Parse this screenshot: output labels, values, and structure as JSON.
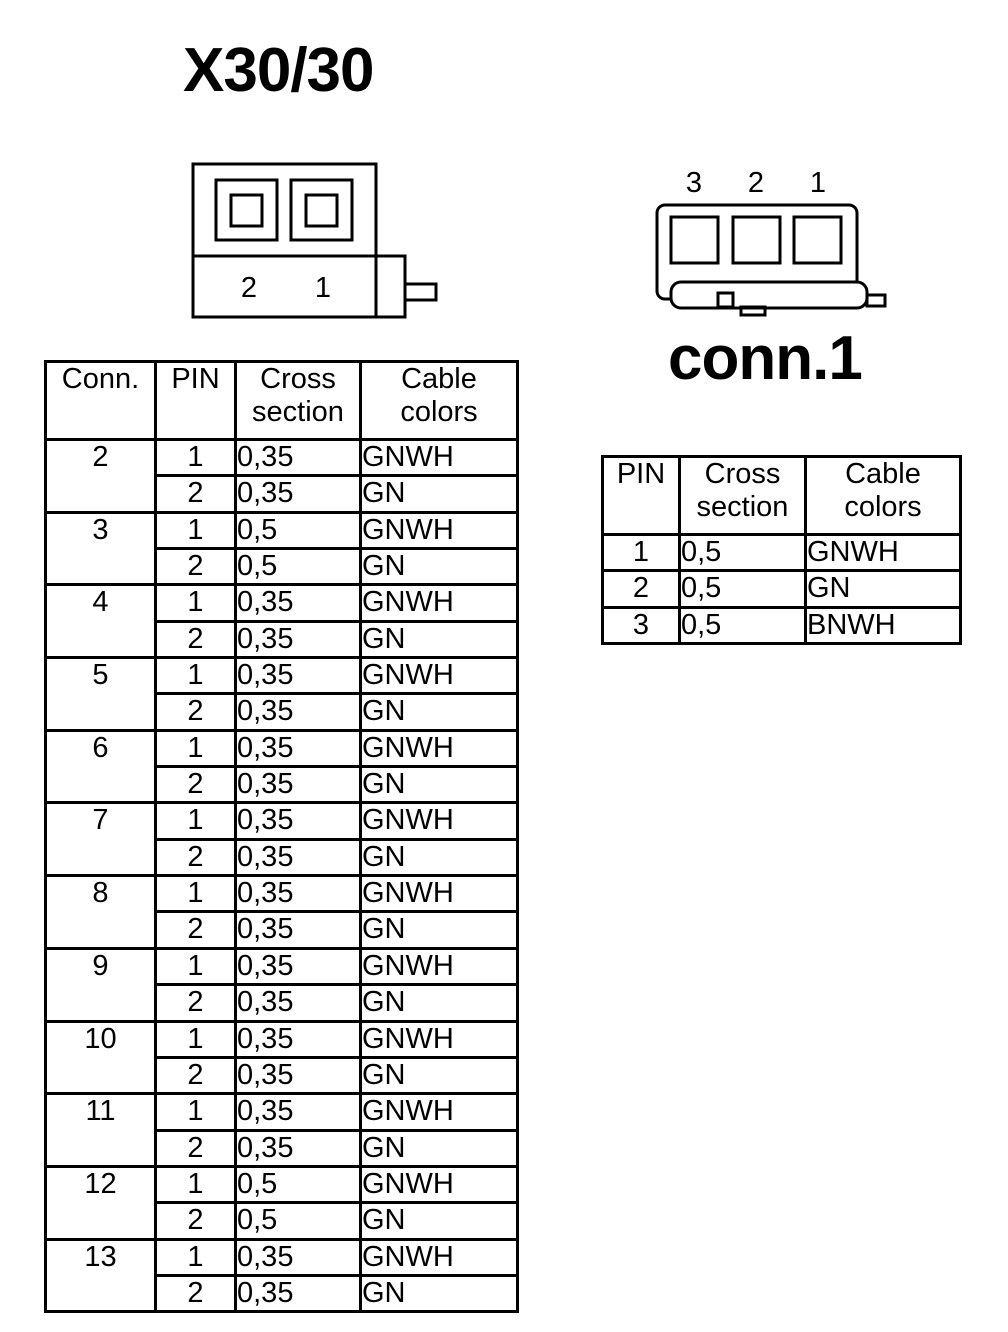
{
  "title": "X30/30",
  "connector_label": "conn.1",
  "x30_pin_labels": [
    "2",
    "1"
  ],
  "conn1_pin_labels": [
    "3",
    "2",
    "1"
  ],
  "main_table": {
    "headers": [
      "Conn.",
      "PIN",
      "Cross\nsection",
      "Cable\ncolors"
    ],
    "groups": [
      {
        "conn": "2",
        "rows": [
          [
            "1",
            "0,35",
            "GNWH"
          ],
          [
            "2",
            "0,35",
            "GN"
          ]
        ]
      },
      {
        "conn": "3",
        "rows": [
          [
            "1",
            "0,5",
            "GNWH"
          ],
          [
            "2",
            "0,5",
            "GN"
          ]
        ]
      },
      {
        "conn": "4",
        "rows": [
          [
            "1",
            "0,35",
            "GNWH"
          ],
          [
            "2",
            "0,35",
            "GN"
          ]
        ]
      },
      {
        "conn": "5",
        "rows": [
          [
            "1",
            "0,35",
            "GNWH"
          ],
          [
            "2",
            "0,35",
            "GN"
          ]
        ]
      },
      {
        "conn": "6",
        "rows": [
          [
            "1",
            "0,35",
            "GNWH"
          ],
          [
            "2",
            "0,35",
            "GN"
          ]
        ]
      },
      {
        "conn": "7",
        "rows": [
          [
            "1",
            "0,35",
            "GNWH"
          ],
          [
            "2",
            "0,35",
            "GN"
          ]
        ]
      },
      {
        "conn": "8",
        "rows": [
          [
            "1",
            "0,35",
            "GNWH"
          ],
          [
            "2",
            "0,35",
            "GN"
          ]
        ]
      },
      {
        "conn": "9",
        "rows": [
          [
            "1",
            "0,35",
            "GNWH"
          ],
          [
            "2",
            "0,35",
            "GN"
          ]
        ]
      },
      {
        "conn": "10",
        "rows": [
          [
            "1",
            "0,35",
            "GNWH"
          ],
          [
            "2",
            "0,35",
            "GN"
          ]
        ]
      },
      {
        "conn": "11",
        "rows": [
          [
            "1",
            "0,35",
            "GNWH"
          ],
          [
            "2",
            "0,35",
            "GN"
          ]
        ]
      },
      {
        "conn": "12",
        "rows": [
          [
            "1",
            "0,5",
            "GNWH"
          ],
          [
            "2",
            "0,5",
            "GN"
          ]
        ]
      },
      {
        "conn": "13",
        "rows": [
          [
            "1",
            "0,35",
            "GNWH"
          ],
          [
            "2",
            "0,35",
            "GN"
          ]
        ]
      }
    ]
  },
  "conn1_table": {
    "headers": [
      "PIN",
      "Cross\nsection",
      "Cable\ncolors"
    ],
    "rows": [
      [
        "1",
        "0,5",
        "GNWH"
      ],
      [
        "2",
        "0,5",
        "GN"
      ],
      [
        "3",
        "0,5",
        "BNWH"
      ]
    ]
  }
}
